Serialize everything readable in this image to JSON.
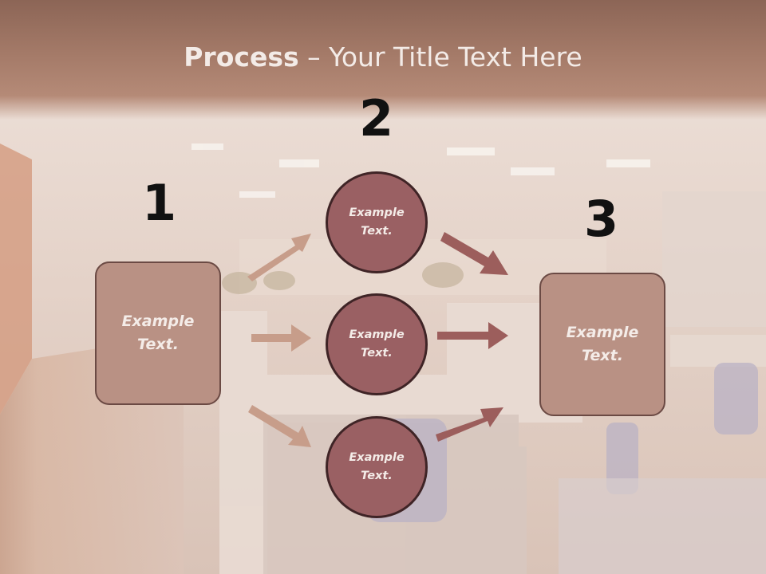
{
  "title": {
    "bold": "Process",
    "rest": " – Your Title Text Here"
  },
  "steps": {
    "one": {
      "number": "1",
      "text": "Example\nText."
    },
    "two": {
      "number": "2",
      "circles": [
        {
          "text": "Example\nText."
        },
        {
          "text": "Example\nText."
        },
        {
          "text": "Example\nText."
        }
      ]
    },
    "three": {
      "number": "3",
      "text": "Example\nText."
    }
  },
  "colors": {
    "title_band": "#a47a68",
    "box_fill": "#b99184",
    "box_border": "#6b4a44",
    "circle_fill": "#9a6063",
    "circle_border": "#3f2426",
    "arrow_left": "#c79d8a",
    "arrow_right": "#9c5e5c",
    "number_color": "#111111"
  },
  "background": "office-interior-photo"
}
